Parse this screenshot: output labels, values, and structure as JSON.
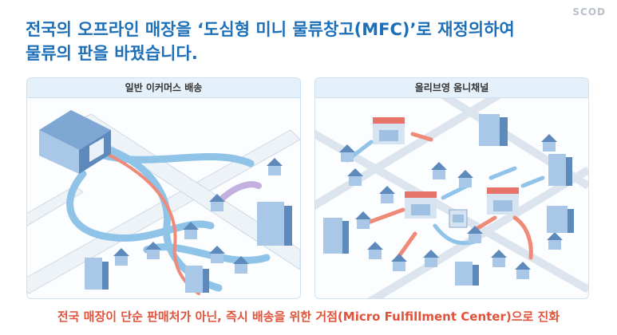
{
  "brand": {
    "logo_text": "SCOD"
  },
  "headline": {
    "line1": "전국의 오프라인 매장을 ‘도심형 미니 물류창고(MFC)’로 재정의하여",
    "line2": "물류의 판을 바꿨습니다."
  },
  "panels": {
    "left": {
      "title": "일반 이커머스 배송"
    },
    "right": {
      "title": "올리브영 옴니채널"
    }
  },
  "caption": "전국 매장이 단순 판매처가 아닌, 즉시 배송을 위한 거점(Micro Fulfillment Center)으로 진화",
  "colors": {
    "headline": "#1d6fb8",
    "caption": "#e0533a",
    "panel_border": "#cfe1f0",
    "panel_title_bg": "#e4f0fa",
    "flow_blue": "#8fc3e8",
    "flow_red": "#f08a78",
    "building": "#6f9fd0"
  },
  "icons": [
    "warehouse-icon",
    "store-icon",
    "house-icon",
    "apartment-icon",
    "delivery-arrow-icon"
  ]
}
